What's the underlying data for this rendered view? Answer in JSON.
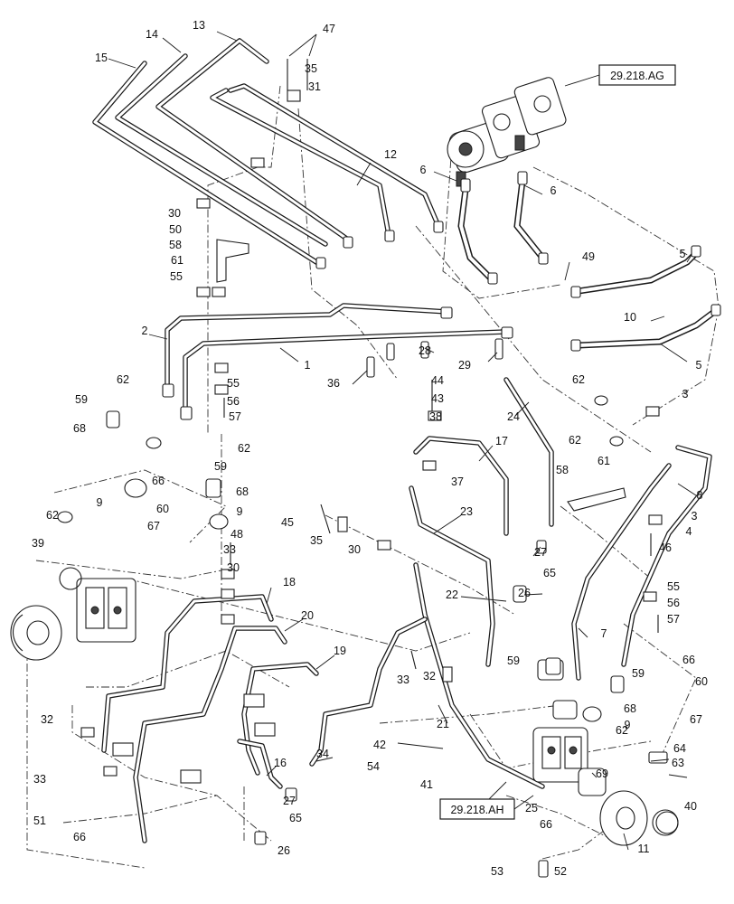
{
  "references": [
    {
      "id": "ref-ag",
      "text": "29.218.AG"
    },
    {
      "id": "ref-ah",
      "text": "29.218.AH"
    }
  ],
  "callouts": [
    {
      "label": "1"
    },
    {
      "label": "2"
    },
    {
      "label": "3"
    },
    {
      "label": "3"
    },
    {
      "label": "4"
    },
    {
      "label": "5"
    },
    {
      "label": "5"
    },
    {
      "label": "6"
    },
    {
      "label": "6"
    },
    {
      "label": "7"
    },
    {
      "label": "8"
    },
    {
      "label": "9"
    },
    {
      "label": "9"
    },
    {
      "label": "9"
    },
    {
      "label": "10"
    },
    {
      "label": "11"
    },
    {
      "label": "12"
    },
    {
      "label": "13"
    },
    {
      "label": "14"
    },
    {
      "label": "15"
    },
    {
      "label": "16"
    },
    {
      "label": "17"
    },
    {
      "label": "18"
    },
    {
      "label": "19"
    },
    {
      "label": "20"
    },
    {
      "label": "21"
    },
    {
      "label": "22"
    },
    {
      "label": "23"
    },
    {
      "label": "24"
    },
    {
      "label": "25"
    },
    {
      "label": "26"
    },
    {
      "label": "26"
    },
    {
      "label": "27"
    },
    {
      "label": "27"
    },
    {
      "label": "28"
    },
    {
      "label": "29"
    },
    {
      "label": "30"
    },
    {
      "label": "30"
    },
    {
      "label": "30"
    },
    {
      "label": "31"
    },
    {
      "label": "32"
    },
    {
      "label": "32"
    },
    {
      "label": "33"
    },
    {
      "label": "33"
    },
    {
      "label": "33"
    },
    {
      "label": "34"
    },
    {
      "label": "35"
    },
    {
      "label": "35"
    },
    {
      "label": "36"
    },
    {
      "label": "37"
    },
    {
      "label": "38"
    },
    {
      "label": "39"
    },
    {
      "label": "40"
    },
    {
      "label": "41"
    },
    {
      "label": "42"
    },
    {
      "label": "43"
    },
    {
      "label": "44"
    },
    {
      "label": "45"
    },
    {
      "label": "46"
    },
    {
      "label": "47"
    },
    {
      "label": "48"
    },
    {
      "label": "49"
    },
    {
      "label": "50"
    },
    {
      "label": "51"
    },
    {
      "label": "52"
    },
    {
      "label": "53"
    },
    {
      "label": "54"
    },
    {
      "label": "55"
    },
    {
      "label": "55"
    },
    {
      "label": "55"
    },
    {
      "label": "56"
    },
    {
      "label": "56"
    },
    {
      "label": "57"
    },
    {
      "label": "57"
    },
    {
      "label": "58"
    },
    {
      "label": "58"
    },
    {
      "label": "59"
    },
    {
      "label": "59"
    },
    {
      "label": "59"
    },
    {
      "label": "59"
    },
    {
      "label": "60"
    },
    {
      "label": "60"
    },
    {
      "label": "61"
    },
    {
      "label": "61"
    },
    {
      "label": "62"
    },
    {
      "label": "62"
    },
    {
      "label": "62"
    },
    {
      "label": "62"
    },
    {
      "label": "62"
    },
    {
      "label": "62"
    },
    {
      "label": "63"
    },
    {
      "label": "64"
    },
    {
      "label": "65"
    },
    {
      "label": "65"
    },
    {
      "label": "66"
    },
    {
      "label": "66"
    },
    {
      "label": "66"
    },
    {
      "label": "66"
    },
    {
      "label": "67"
    },
    {
      "label": "67"
    },
    {
      "label": "68"
    },
    {
      "label": "68"
    },
    {
      "label": "68"
    },
    {
      "label": "69"
    }
  ]
}
